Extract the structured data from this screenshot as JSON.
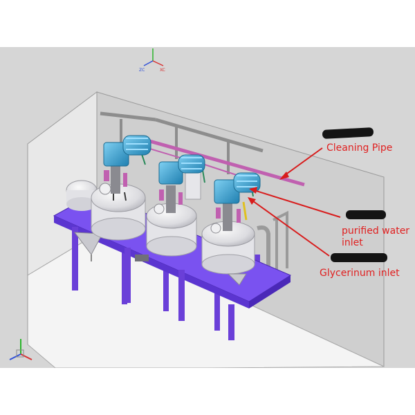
{
  "viewport": {
    "background": "#d6d6d6"
  },
  "callouts": {
    "cleaning_pipe": "Cleaning Pipe",
    "purified_water_line1": "purified water",
    "purified_water_line2": "inlet",
    "glycerinum": "Glycerinum inlet"
  },
  "axis_triad_top": {
    "x_label": "XC",
    "z_label": "ZC"
  },
  "colors": {
    "callout_text": "#e02020",
    "leader_line": "#d81c1c",
    "platform": "#7a52f0",
    "legs": "#6a3fd8",
    "motor": "#3ea6d6",
    "tank": "#e8e8ea",
    "pipe": "#b85bb0",
    "wall": "#cfcfcf",
    "floor": "#f4f4f4"
  },
  "icons": {
    "triad_top": "axis-triad-icon",
    "triad_bottom": "view-triad-icon"
  }
}
